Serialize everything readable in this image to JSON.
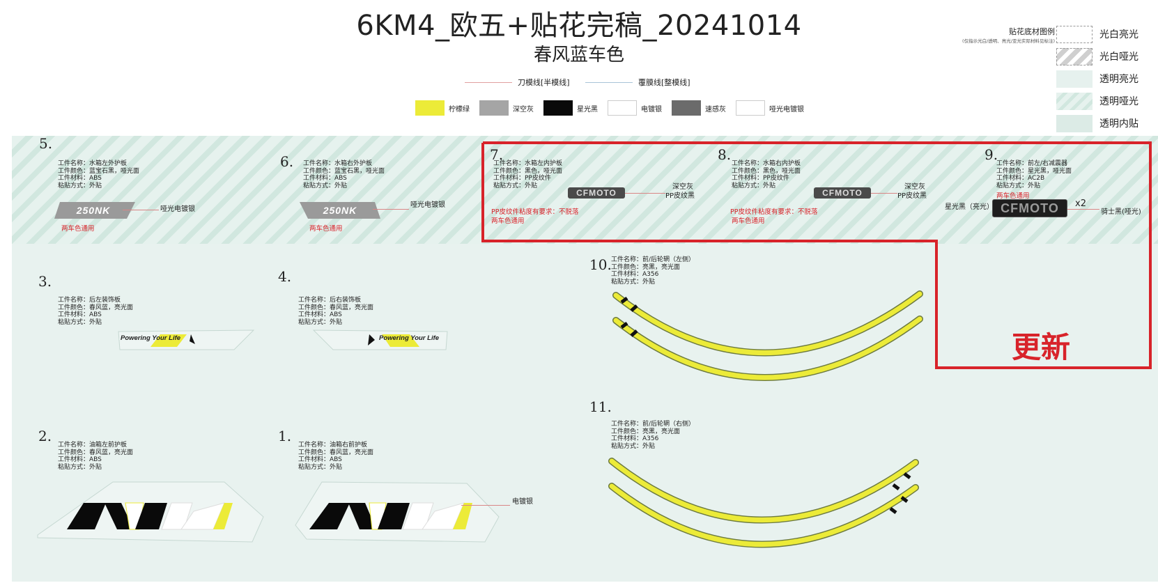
{
  "header": {
    "title": "6KM4_欧五+贴花完稿_20241014",
    "subtitle": "春风蓝车色"
  },
  "line_legend": [
    {
      "label": "刀模线[半模线]",
      "color": "#e0a0a0"
    },
    {
      "label": "覆膜线[整模线]",
      "color": "#a8c4d8"
    }
  ],
  "color_legend": [
    {
      "label": "柠檬绿",
      "color": "#eceb38"
    },
    {
      "label": "深空灰",
      "color": "#a5a5a5"
    },
    {
      "label": "星光黑",
      "color": "#0a0a0a"
    },
    {
      "label": "电镀银",
      "color": "#ffffff"
    },
    {
      "label": "速感灰",
      "color": "#6b6b6b"
    },
    {
      "label": "哑光电镀银",
      "color": "#ffffff"
    }
  ],
  "material_legend": {
    "title": "贴花底材图例",
    "note": "(仅指示光白/透明、亮光/亚光实际材料见标注)",
    "items": [
      "光白亮光",
      "光白哑光",
      "透明亮光",
      "透明哑光",
      "透明内贴"
    ]
  },
  "parts": {
    "p5": {
      "num": "5.",
      "spec": [
        "工件名称：水箱左外护板",
        "工件颜色：蓝宝石黑，哑光面",
        "工件材料：ABS",
        "粘贴方式：外贴"
      ],
      "logo": "250NK",
      "callout": "哑光电镀银",
      "note": "两车色通用"
    },
    "p6": {
      "num": "6.",
      "spec": [
        "工件名称：水箱右外护板",
        "工件颜色：蓝宝石黑，哑光面",
        "工件材料：ABS",
        "粘贴方式：外贴"
      ],
      "logo": "250NK",
      "callout": "哑光电镀银",
      "note": "两车色通用"
    },
    "p7": {
      "num": "7.",
      "spec": [
        "工件名称：水箱左内护板",
        "工件颜色：黑色，哑光面",
        "工件材料：PP皮纹件",
        "粘贴方式：外贴"
      ],
      "logo": "CFMOTO",
      "callout1": "深空灰",
      "callout2": "PP皮纹黑",
      "req": "PP皮纹件粘度有要求：不脱落",
      "note": "两车色通用"
    },
    "p8": {
      "num": "8.",
      "spec": [
        "工件名称：水箱右内护板",
        "工件颜色：黑色，哑光面",
        "工件材料：PP皮纹件",
        "粘贴方式：外贴"
      ],
      "logo": "CFMOTO",
      "callout1": "深空灰",
      "callout2": "PP皮纹黑",
      "req": "PP皮纹件粘度有要求：不脱落",
      "note": "两车色通用"
    },
    "p9": {
      "num": "9.",
      "spec": [
        "工件名称：前左/右减震器",
        "工件颜色：星光黑，哑光面",
        "工件材料：AC2B",
        "粘贴方式：外贴"
      ],
      "note": "两车色通用",
      "logo": "CFMOTO",
      "left_callout": "星光黑（亮光）",
      "qty": "x2",
      "right_callout": "骑士黑(哑光)"
    },
    "p3": {
      "num": "3.",
      "spec": [
        "工件名称：后左装饰板",
        "工件颜色：春风蓝，亮光面",
        "工件材料：ABS",
        "粘贴方式：外贴"
      ],
      "logo": "Powering Your Life"
    },
    "p4": {
      "num": "4.",
      "spec": [
        "工件名称：后右装饰板",
        "工件颜色：春风蓝，亮光面",
        "工件材料：ABS",
        "粘贴方式：外贴"
      ],
      "logo": "Powering Your Life"
    },
    "p2": {
      "num": "2.",
      "spec": [
        "工件名称：油箱左前护板",
        "工件颜色：春风蓝，亮光面",
        "工件材料：ABS",
        "粘贴方式：外贴"
      ]
    },
    "p1": {
      "num": "1.",
      "spec": [
        "工件名称：油箱右前护板",
        "工件颜色：春风蓝，亮光面",
        "工件材料：ABS",
        "粘贴方式：外贴"
      ],
      "callout": "电镀银"
    },
    "p10": {
      "num": "10.",
      "spec": [
        "工件名称：前/后轮辋（左侧）",
        "工件颜色：亮黑，亮光面",
        "工件材料：A356",
        "粘贴方式：外贴"
      ]
    },
    "p11": {
      "num": "11.",
      "spec": [
        "工件名称：前/后轮辋（右侧）",
        "工件颜色：亮黑，亮光面",
        "工件材料：A356",
        "粘贴方式：外贴"
      ]
    }
  },
  "update_label": "更新",
  "accent": {
    "red": "#d8232a",
    "yellow": "#eceb38",
    "lead": "#d98686"
  }
}
